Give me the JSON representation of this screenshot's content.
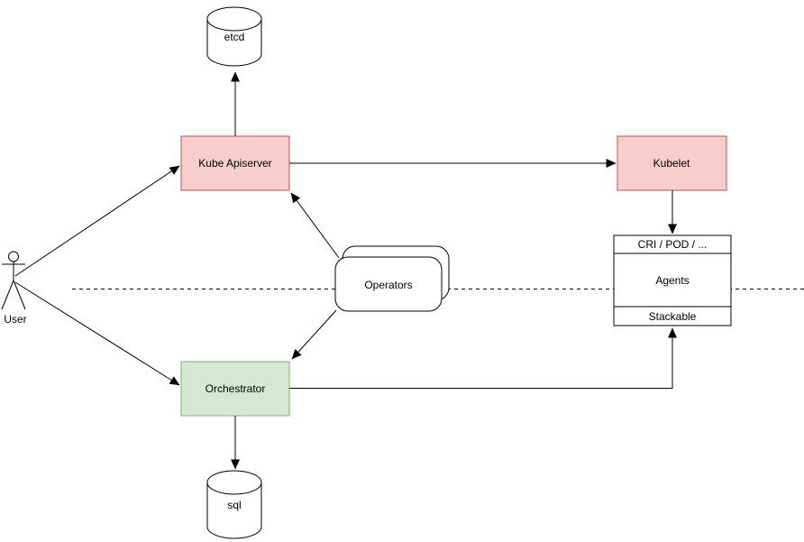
{
  "diagram": {
    "background": "#ffffff",
    "line_color": "#000000",
    "nodes": {
      "etcd": {
        "label": "etcd",
        "shape": "cylinder",
        "fill": "#ffffff",
        "stroke": "#000000"
      },
      "kube_apiserver": {
        "label": "Kube Apiserver",
        "shape": "rect",
        "fill": "#f8cecc",
        "stroke": "#b85450"
      },
      "kubelet": {
        "label": "Kubelet",
        "shape": "rect",
        "fill": "#f8cecc",
        "stroke": "#b85450"
      },
      "operators": {
        "label": "Operators",
        "shape": "stacked-rounded-rect",
        "fill": "#ffffff",
        "stroke": "#000000"
      },
      "orchestrator": {
        "label": "Orchestrator",
        "shape": "rect",
        "fill": "#d5e8d4",
        "stroke": "#82b366"
      },
      "sql": {
        "label": "sql",
        "shape": "cylinder",
        "fill": "#ffffff",
        "stroke": "#000000"
      },
      "user": {
        "label": "User",
        "shape": "actor"
      },
      "agent_stack": {
        "shape": "stack",
        "fill": "#ffffff",
        "stroke": "#000000",
        "sections": [
          {
            "label": "CRI / POD / ..."
          },
          {
            "label": "Agents"
          },
          {
            "label": "Stackable"
          }
        ]
      }
    },
    "edges": [
      {
        "from": "user",
        "to": "kube_apiserver",
        "style": "solid",
        "arrow": "end"
      },
      {
        "from": "user",
        "to": "orchestrator",
        "style": "solid",
        "arrow": "end"
      },
      {
        "from": "kube_apiserver",
        "to": "etcd",
        "style": "solid",
        "arrow": "end"
      },
      {
        "from": "kube_apiserver",
        "to": "kubelet",
        "style": "solid",
        "arrow": "end"
      },
      {
        "from": "operators",
        "to": "kube_apiserver",
        "style": "solid",
        "arrow": "end"
      },
      {
        "from": "operators",
        "to": "orchestrator",
        "style": "solid",
        "arrow": "end"
      },
      {
        "from": "orchestrator",
        "to": "sql",
        "style": "solid",
        "arrow": "end"
      },
      {
        "from": "orchestrator",
        "to": "agent_stack.stackable",
        "style": "solid-orthogonal",
        "arrow": "end"
      },
      {
        "from": "kubelet",
        "to": "agent_stack.cri_pod",
        "style": "solid",
        "arrow": "end"
      }
    ],
    "separator": {
      "style": "dashed",
      "orientation": "horizontal"
    }
  }
}
